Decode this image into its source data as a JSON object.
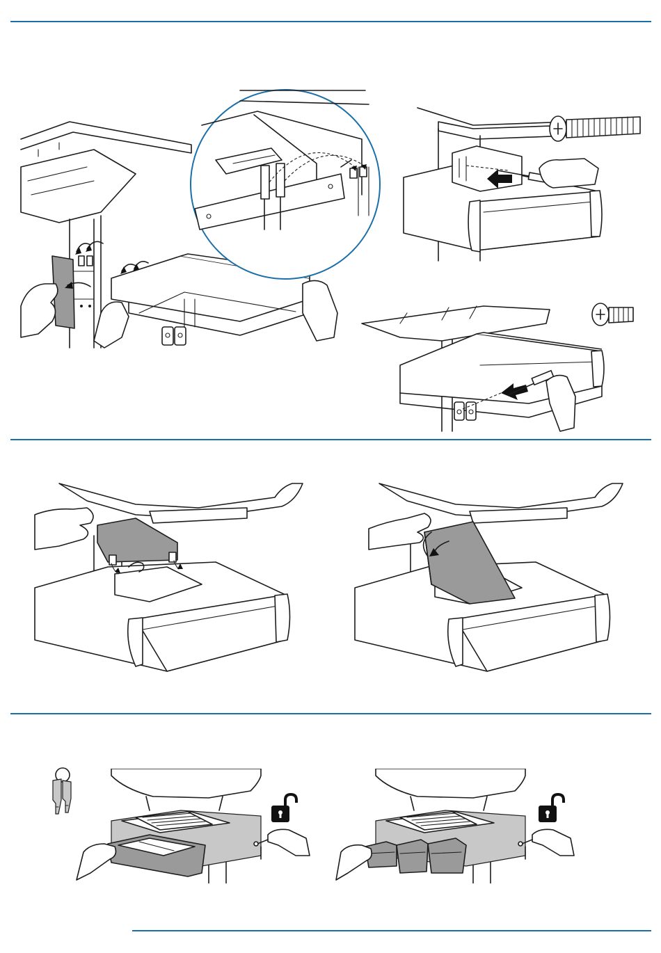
{
  "page": {
    "background": "#ffffff",
    "rule_color": "#1a6fa8",
    "sections": [
      {
        "id": "install-drawer",
        "panels": [
          "slide-drawer-onto-brackets",
          "secure-with-long-screw",
          "secure-with-short-screw"
        ]
      },
      {
        "id": "install-cover",
        "panels": [
          "position-cover",
          "fold-cover-down"
        ]
      },
      {
        "id": "open-drawer",
        "panels": [
          "keys",
          "unlock-open-single-drawer",
          "unlock-open-triple-drawer"
        ]
      }
    ]
  },
  "icons": [
    "long-screw-icon",
    "short-screw-icon",
    "keys-icon",
    "unlocked-padlock-icon"
  ],
  "colors": {
    "line": "#1c1c1c",
    "highlight_gray": "#9a9a9a",
    "light_gray": "#c8c8c8"
  }
}
